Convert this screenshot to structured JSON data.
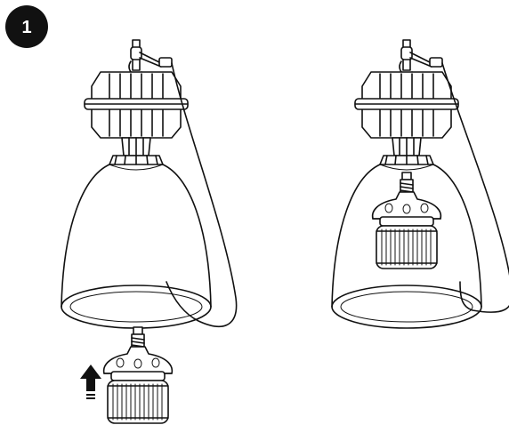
{
  "step": {
    "number": "1"
  },
  "panels": [
    {
      "fixture": "fixture-without-lamp",
      "lamp": "lamp-below-with-arrow"
    },
    {
      "fixture": "fixture-with-lamp-installed"
    }
  ],
  "icons": [
    "up-arrow-icon"
  ],
  "colors": {
    "line": "#111111",
    "background": "#ffffff",
    "badge": "#111111"
  }
}
